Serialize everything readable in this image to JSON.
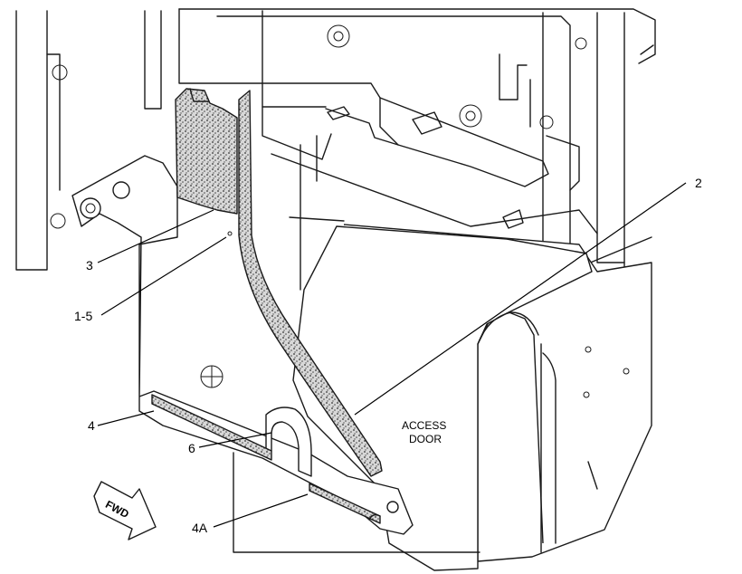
{
  "callouts": [
    {
      "id": "c2",
      "label": "2"
    },
    {
      "id": "c3",
      "label": "3"
    },
    {
      "id": "c15",
      "label": "1-5"
    },
    {
      "id": "c4",
      "label": "4"
    },
    {
      "id": "c6",
      "label": "6"
    },
    {
      "id": "c4a",
      "label": "4A"
    }
  ],
  "door_label": {
    "line1": "ACCESS",
    "line2": "DOOR"
  },
  "fwd_arrow": {
    "label": "FWD"
  }
}
